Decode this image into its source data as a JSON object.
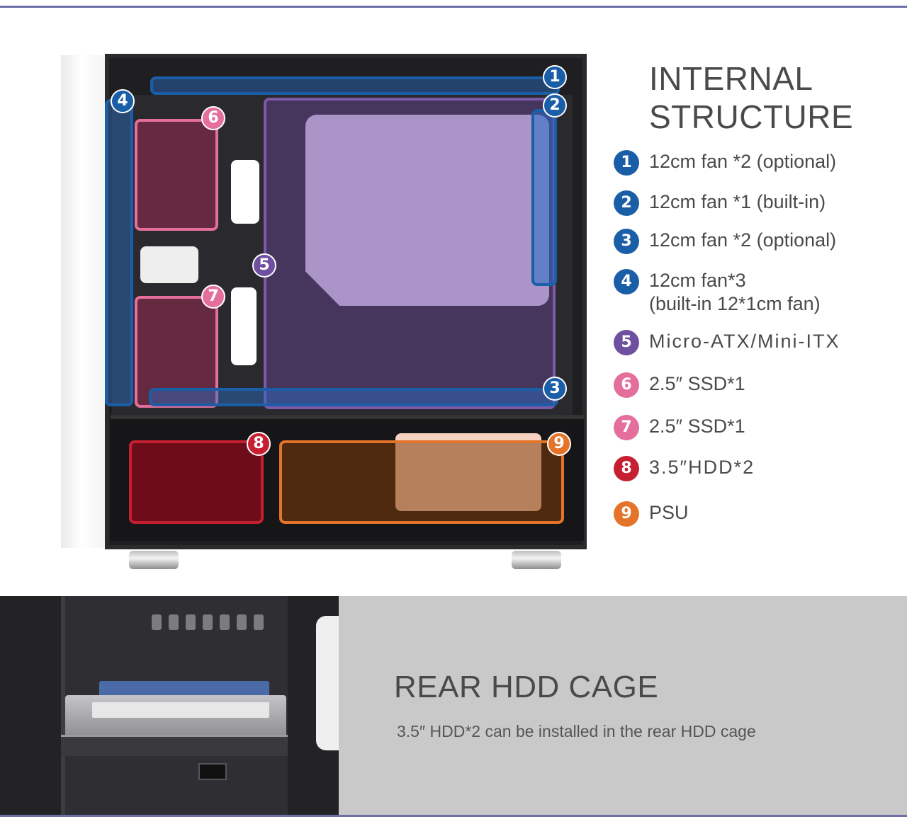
{
  "colors": {
    "rule": "#6d6fa6",
    "blue": "#1b5ea8",
    "purple": "#6f4fa0",
    "pink": "#e46f9c",
    "red": "#c71f32",
    "orange": "#e4742a",
    "lower_bg": "#c9c9c9"
  },
  "internal": {
    "title_line1": "INTERNAL",
    "title_line2": "STRUCTURE",
    "legend": [
      {
        "num": "1",
        "color": "blue",
        "text": "12cm fan *2 (optional)"
      },
      {
        "num": "2",
        "color": "blue",
        "text": "12cm fan *1 (built-in)"
      },
      {
        "num": "3",
        "color": "blue",
        "text": "12cm fan *2 (optional)"
      },
      {
        "num": "4",
        "color": "blue",
        "text": "12cm fan*3",
        "text2": "(built-in 12*1cm fan)"
      },
      {
        "num": "5",
        "color": "purple",
        "text": "Micro-ATX/Mini-ITX"
      },
      {
        "num": "6",
        "color": "pink",
        "text": "2.5″ SSD*1"
      },
      {
        "num": "7",
        "color": "pink",
        "text": "2.5″ SSD*1"
      },
      {
        "num": "8",
        "color": "red",
        "text": "3.5″HDD*2"
      },
      {
        "num": "9",
        "color": "orange",
        "text": "PSU"
      }
    ]
  },
  "rear": {
    "title": "REAR HDD CAGE",
    "description": "3.5″ HDD*2 can be installed in the rear HDD cage"
  }
}
